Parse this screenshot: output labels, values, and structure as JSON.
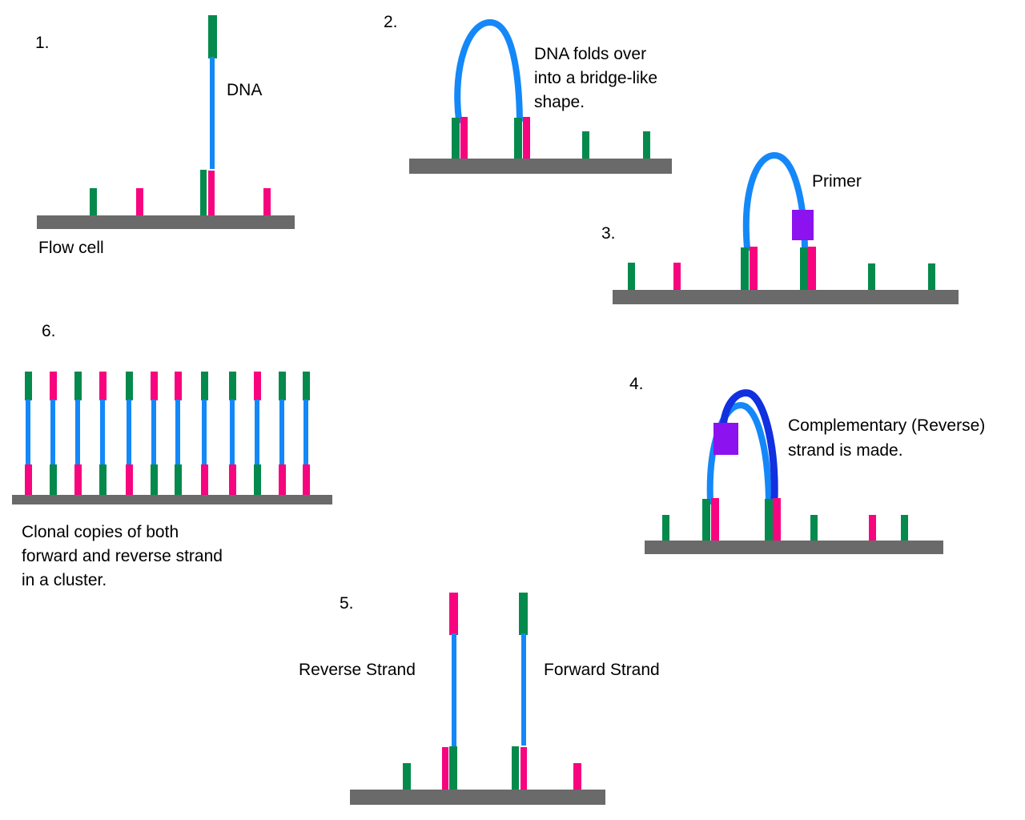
{
  "colors": {
    "green": "#048a4c",
    "pink": "#f7047f",
    "blue": "#1488f8",
    "dark_blue": "#1130e0",
    "purple": "#8c12f0",
    "gray": "#6a6a6a"
  },
  "steps": {
    "step1": {
      "number": "1.",
      "dna_label": "DNA",
      "flow_cell_label": "Flow cell"
    },
    "step2": {
      "number": "2.",
      "caption": [
        "DNA folds over",
        "into a bridge-like",
        "shape."
      ]
    },
    "step3": {
      "number": "3.",
      "primer_label": "Primer"
    },
    "step4": {
      "number": "4.",
      "caption": [
        "Complementary (Reverse)",
        "strand is made."
      ]
    },
    "step5": {
      "number": "5.",
      "reverse_label": "Reverse Strand",
      "forward_label": "Forward Strand"
    },
    "step6": {
      "number": "6.",
      "caption": [
        "Clonal copies of both",
        "forward and reverse strand",
        "in a cluster."
      ],
      "strand_tops": [
        "green",
        "pink",
        "green",
        "pink",
        "green",
        "pink",
        "pink",
        "green",
        "green",
        "pink",
        "green",
        "green"
      ]
    }
  }
}
